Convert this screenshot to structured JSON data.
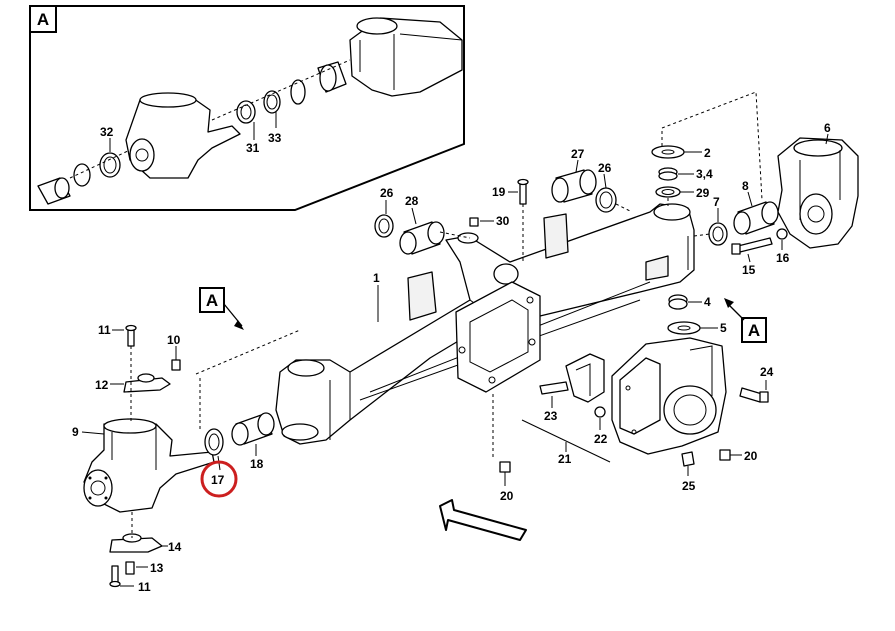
{
  "callouts": {
    "inset_box": "A",
    "front_left": "A",
    "right_side": "A"
  },
  "labels": {
    "p1": "1",
    "p2": "2",
    "p34": "3,4",
    "p29": "29",
    "p5": "5",
    "p4": "4",
    "p6": "6",
    "p7": "7",
    "p8": "8",
    "p9": "9",
    "p10": "10",
    "p11_top": "11",
    "p11_bottom": "11",
    "p12": "12",
    "p13": "13",
    "p14": "14",
    "p15": "15",
    "p16": "16",
    "p17": "17",
    "p18": "18",
    "p19": "19",
    "p20_left": "20",
    "p20_right": "20",
    "p21": "21",
    "p22": "22",
    "p23": "23",
    "p24": "24",
    "p25": "25",
    "p26_left": "26",
    "p26_right": "26",
    "p27": "27",
    "p28": "28",
    "p30": "30",
    "p31": "31",
    "p32": "32",
    "p33": "33"
  },
  "highlight": {
    "color": "#cc1f1f",
    "target_label": "17"
  }
}
